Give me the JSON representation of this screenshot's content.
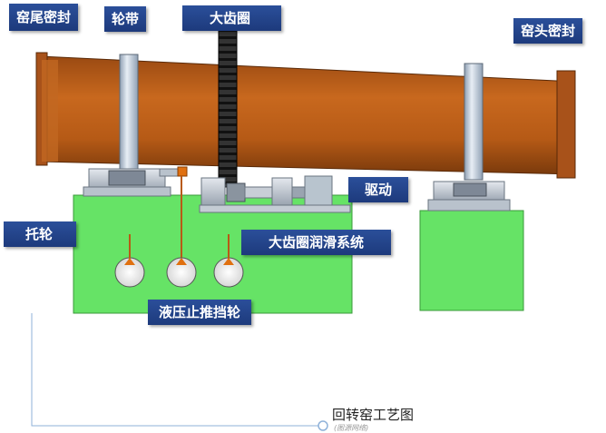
{
  "labels": {
    "kiln_tail_seal": "窑尾密封",
    "tire": "轮带",
    "girth_gear": "大齿圈",
    "kiln_head_seal": "窑头密封",
    "drive": "驱动",
    "support_roller": "托轮",
    "gear_lubrication": "大齿圈润滑系统",
    "hydraulic_thrust_roller": "液压止推挡轮"
  },
  "caption": {
    "title": "回转窑工艺图",
    "source": "(图源网络)"
  },
  "colors": {
    "kiln_shell": "#b85a16",
    "foundation": "#66e366",
    "label_bg": "#1d3a7c",
    "machinery": "#c8ced6",
    "indicator": "#e07010"
  }
}
